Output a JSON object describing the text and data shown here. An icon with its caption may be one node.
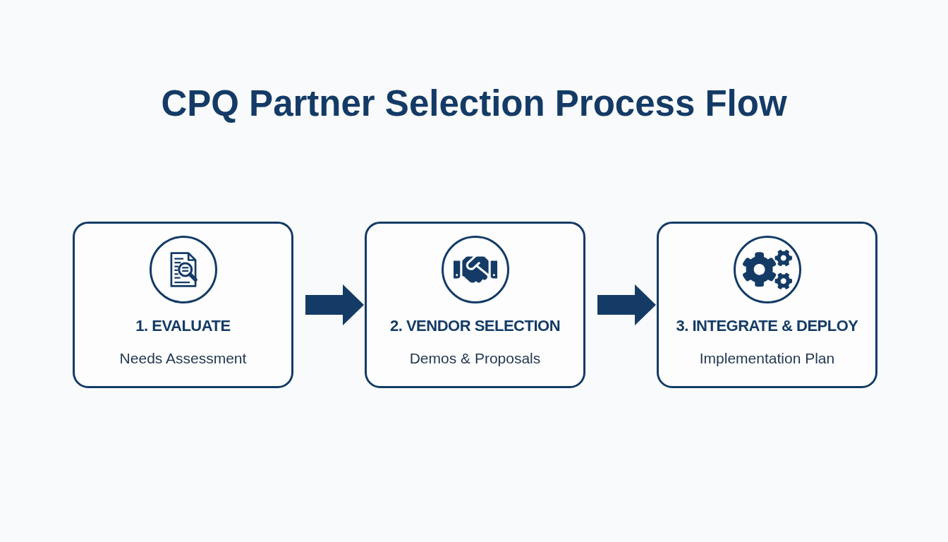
{
  "diagram": {
    "title": "CPQ Partner Selection Process Flow",
    "nodes": [
      {
        "text": [
          "1. EVALUATE",
          "Needs Assessment"
        ]
      },
      {
        "text": [
          "2. VENDOR SELECTION",
          "Demos & Proposals"
        ]
      },
      {
        "text": [
          "3. INTEGRATE & DEPLOY",
          "Implementation Plan"
        ]
      }
    ],
    "edges": [
      {
        "from": 0,
        "to": 1,
        "arrow": "to",
        "style": "thick"
      },
      {
        "from": 1,
        "to": 2,
        "arrow": "to",
        "style": "thick"
      }
    ]
  }
}
